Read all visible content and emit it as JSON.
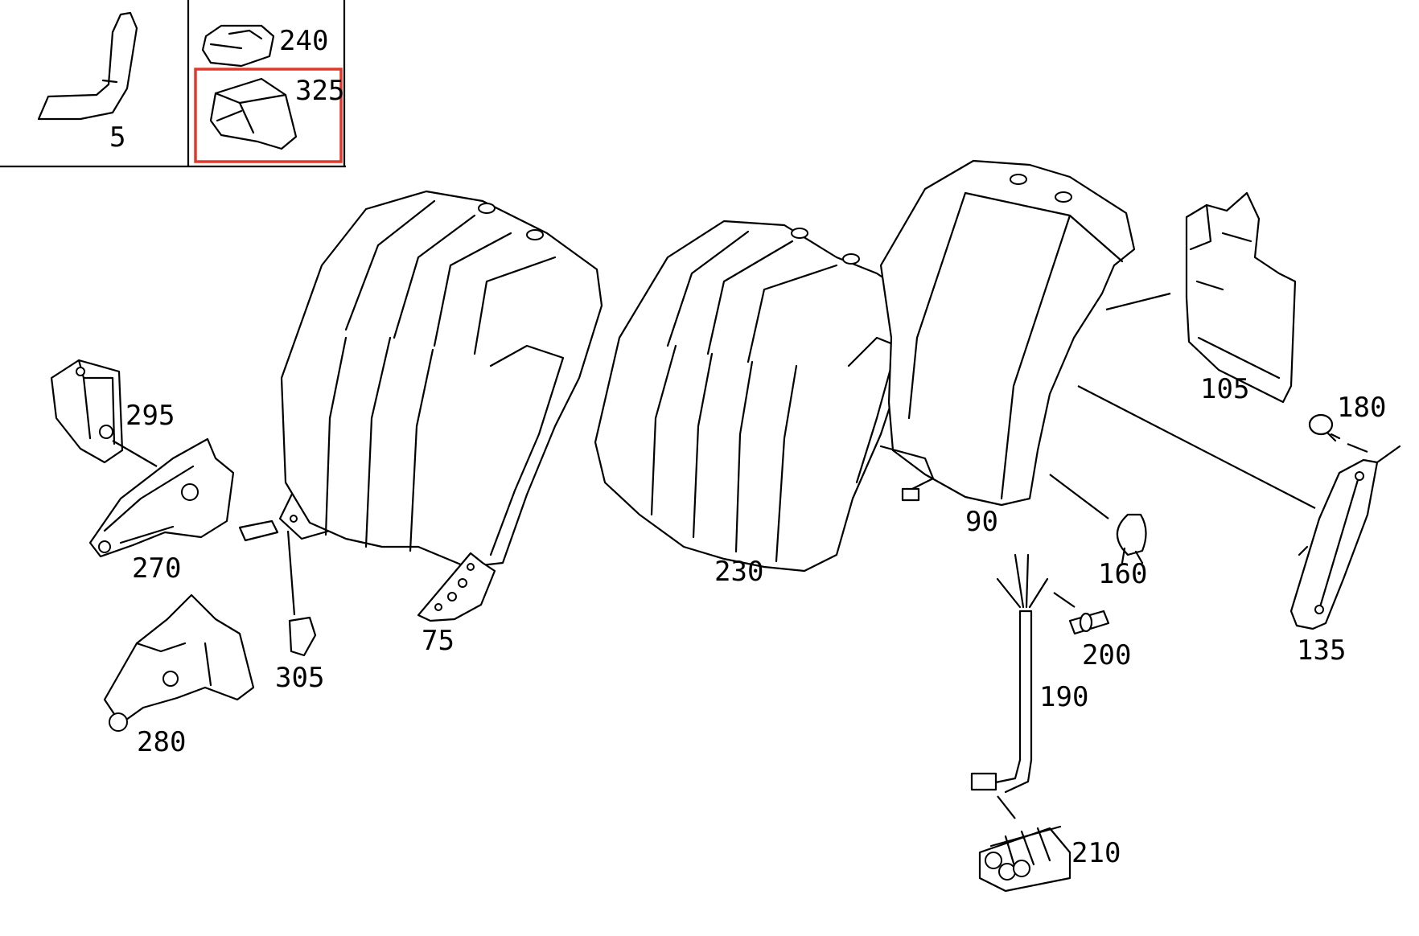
{
  "thumbnails": [
    {
      "id": "thumb-5",
      "number": "5"
    },
    {
      "id": "thumb-240",
      "number": "240"
    },
    {
      "id": "thumb-325",
      "number": "325",
      "selected": true
    }
  ],
  "parts": {
    "p295": "295",
    "p270": "270",
    "p280": "280",
    "p305": "305",
    "p75": "75",
    "p230": "230",
    "p90": "90",
    "p105": "105",
    "p180": "180",
    "p160": "160",
    "p135": "135",
    "p200": "200",
    "p190": "190",
    "p210": "210"
  },
  "colors": {
    "selection": "#e0382b",
    "line": "#000000",
    "background": "#ffffff"
  }
}
